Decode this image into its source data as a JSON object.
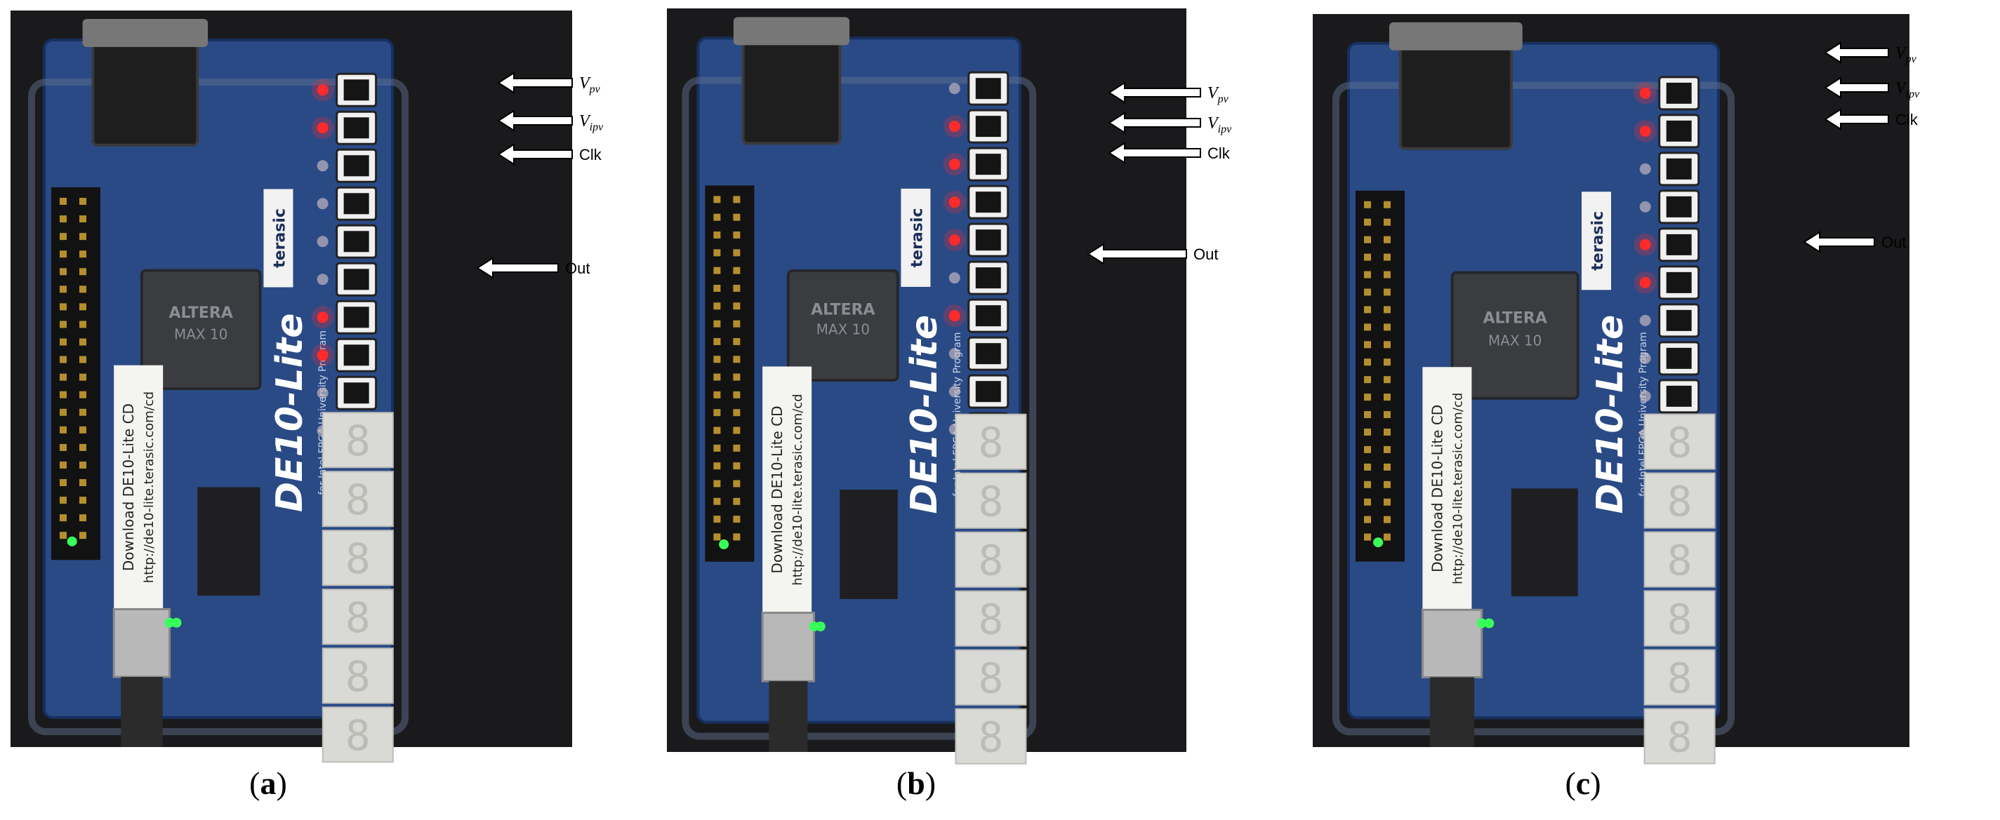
{
  "panels": [
    {
      "caption_open": "(",
      "caption_letter": "a",
      "caption_close": ")",
      "labels": {
        "vpv": "V",
        "vpv_sub": "pv",
        "vipv": "V",
        "vipv_sub": "ipv",
        "clk": "Clk",
        "out": "Out"
      },
      "board_text": {
        "model": "DE10-Lite",
        "brand": "terasic",
        "cd_label": "Download DE10-Lite CD",
        "url": "http://de10-lite.terasic.com/cd",
        "chip_brand": "ALTERA",
        "chip_family": "MAX 10",
        "sub_brand": "for Intel FPGA University Program"
      }
    },
    {
      "caption_open": "(",
      "caption_letter": "b",
      "caption_close": ")",
      "labels": {
        "vpv": "V",
        "vpv_sub": "pv",
        "vipv": "V",
        "vipv_sub": "ipv",
        "clk": "Clk",
        "out": "Out"
      },
      "board_text": {
        "model": "DE10-Lite",
        "brand": "terasic",
        "cd_label": "Download DE10-Lite CD",
        "url": "http://de10-lite.terasic.com/cd",
        "chip_brand": "ALTERA",
        "chip_family": "MAX 10",
        "sub_brand": "for Intel FPGA University Program"
      }
    },
    {
      "caption_open": "(",
      "caption_letter": "c",
      "caption_close": ")",
      "labels": {
        "vpv": "V",
        "vpv_sub": "pv",
        "vipv": "V",
        "vipv_sub": "ipv",
        "clk": "Clk",
        "out": "Out"
      },
      "board_text": {
        "model": "DE10-Lite",
        "brand": "terasic",
        "cd_label": "Download DE10-Lite CD",
        "url": "http://de10-lite.terasic.com/cd",
        "chip_brand": "ALTERA",
        "chip_family": "MAX 10",
        "sub_brand": "for Intel FPGA University Program"
      }
    }
  ],
  "colors": {
    "background_dark": "#1a1a1c",
    "pcb_blue": "#2a4a86",
    "led_red": "#ff2a2a",
    "led_green": "#39ff5a",
    "seg_gray": "#d9d9d6"
  }
}
